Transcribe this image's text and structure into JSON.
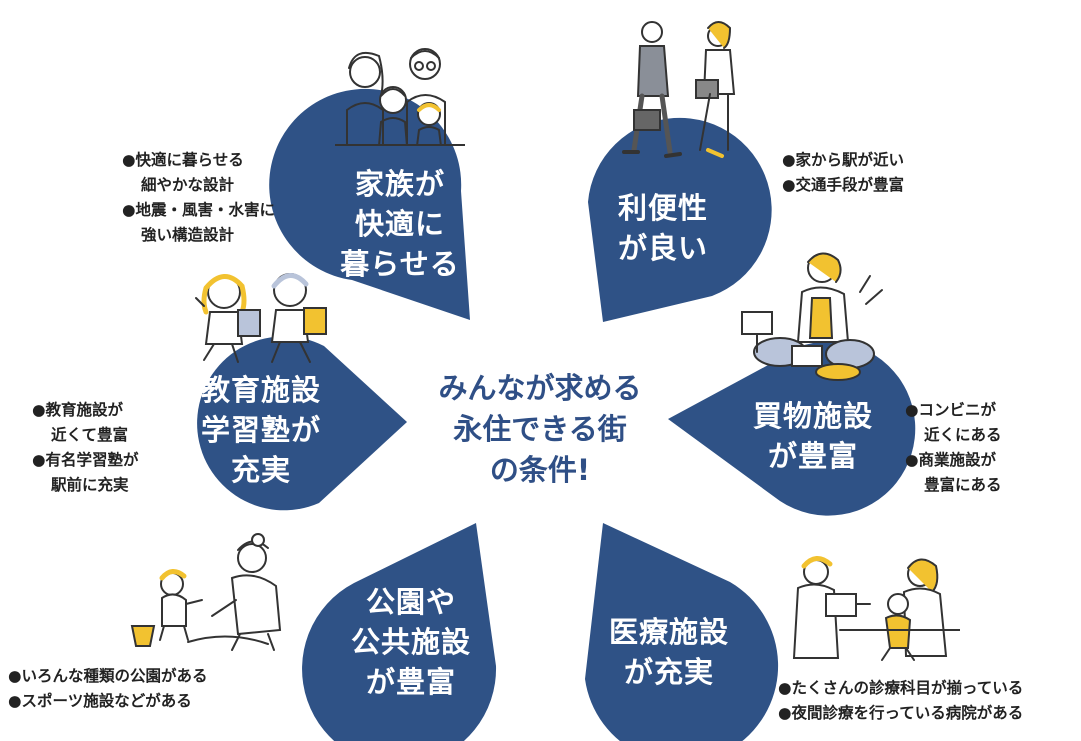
{
  "center_title": [
    "みんなが求める",
    "永住できる街",
    "の条件!"
  ],
  "colors": {
    "petal": "#2f5286",
    "center_text": "#2f4f86",
    "note_text": "#222222",
    "accent": "#f2c230"
  },
  "petals": {
    "family": {
      "lines": [
        "家族が",
        "快適に",
        "暮らせる"
      ]
    },
    "convenience": {
      "lines": [
        "利便性",
        "が良い"
      ]
    },
    "shopping": {
      "lines": [
        "買物施設",
        "が豊富"
      ]
    },
    "medical": {
      "lines": [
        "医療施設",
        "が充実"
      ]
    },
    "park": {
      "lines": [
        "公園や",
        "公共施設",
        "が豊富"
      ]
    },
    "education": {
      "lines": [
        "教育施設",
        "学習塾が",
        "充実"
      ]
    }
  },
  "notes": {
    "family": [
      "●快適に暮らせる",
      "細やかな設計",
      "●地震・風害・水害に",
      "強い構造設計"
    ],
    "convenience": [
      "●家から駅が近い",
      "●交通手段が豊富"
    ],
    "shopping": [
      "●コンビニが",
      "近くにある",
      "●商業施設が",
      "豊富にある"
    ],
    "medical": [
      "●たくさんの診療科目が揃っている",
      "●夜間診療を行っている病院がある"
    ],
    "park": [
      "●いろんな種類の公園がある",
      "●スポーツ施設などがある"
    ],
    "education": [
      "●教育施設が",
      "近くて豊富",
      "●有名学習塾が",
      "駅前に充実"
    ]
  },
  "illustrations": {
    "family": "family-illustration",
    "convenience": "commuters-illustration",
    "shopping": "shop-clerk-illustration",
    "medical": "doctor-patient-illustration",
    "park": "sandbox-play-illustration",
    "education": "schoolchildren-illustration"
  }
}
